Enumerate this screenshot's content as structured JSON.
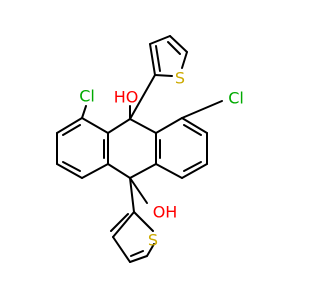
{
  "molecule": {
    "atoms": {
      "cl_left": "Cl",
      "cl_right": "Cl",
      "oh_top": "HO",
      "oh_bottom": "OH",
      "s_top": "S",
      "s_bottom": "S"
    }
  },
  "colors": {
    "bond": "#000000",
    "chlorine": "#00aa00",
    "oxygen": "#ff0000",
    "sulfur": "#ccaa00"
  }
}
